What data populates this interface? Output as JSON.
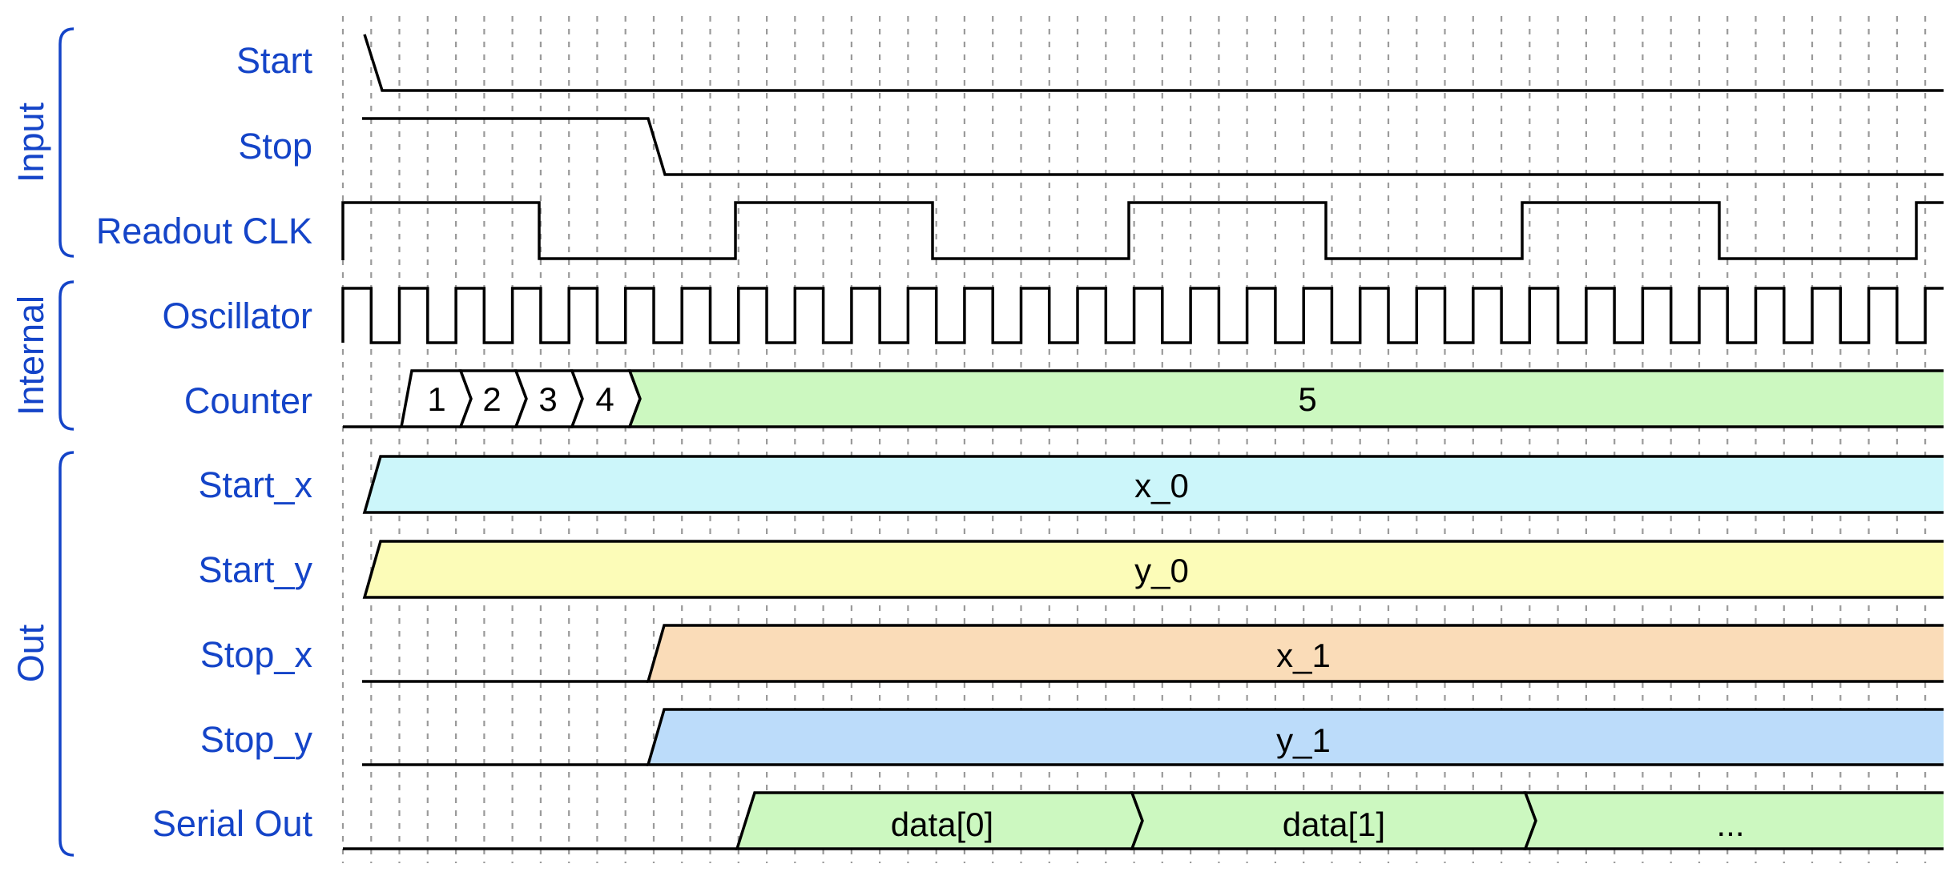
{
  "groups": [
    {
      "id": "input",
      "label": "Input"
    },
    {
      "id": "internal",
      "label": "Internal"
    },
    {
      "id": "out",
      "label": "Out"
    }
  ],
  "signals": [
    {
      "id": "start",
      "label": "Start",
      "group": "input"
    },
    {
      "id": "stop",
      "label": "Stop",
      "group": "input"
    },
    {
      "id": "readout_clk",
      "label": "Readout CLK",
      "group": "input"
    },
    {
      "id": "oscillator",
      "label": "Oscillator",
      "group": "internal"
    },
    {
      "id": "counter",
      "label": "Counter",
      "group": "internal"
    },
    {
      "id": "start_x",
      "label": "Start_x",
      "group": "out"
    },
    {
      "id": "start_y",
      "label": "Start_y",
      "group": "out"
    },
    {
      "id": "stop_x",
      "label": "Stop_x",
      "group": "out"
    },
    {
      "id": "stop_y",
      "label": "Stop_y",
      "group": "out"
    },
    {
      "id": "serial_out",
      "label": "Serial Out",
      "group": "out"
    }
  ],
  "counter_values": [
    "1",
    "2",
    "3",
    "4",
    "5"
  ],
  "bus_values": {
    "start_x": "x_0",
    "start_y": "y_0",
    "stop_x": "x_1",
    "stop_y": "y_1",
    "serial_out": [
      "data[0]",
      "data[1]",
      "..."
    ]
  },
  "colors": {
    "label": "#1444c8",
    "counter_fill": "#ccf8c0",
    "start_x_fill": "#ccf6fa",
    "start_y_fill": "#fcfcb8",
    "stop_x_fill": "#fadcb8",
    "stop_y_fill": "#bcdcfa",
    "serial_fill": "#ccf8c0"
  }
}
